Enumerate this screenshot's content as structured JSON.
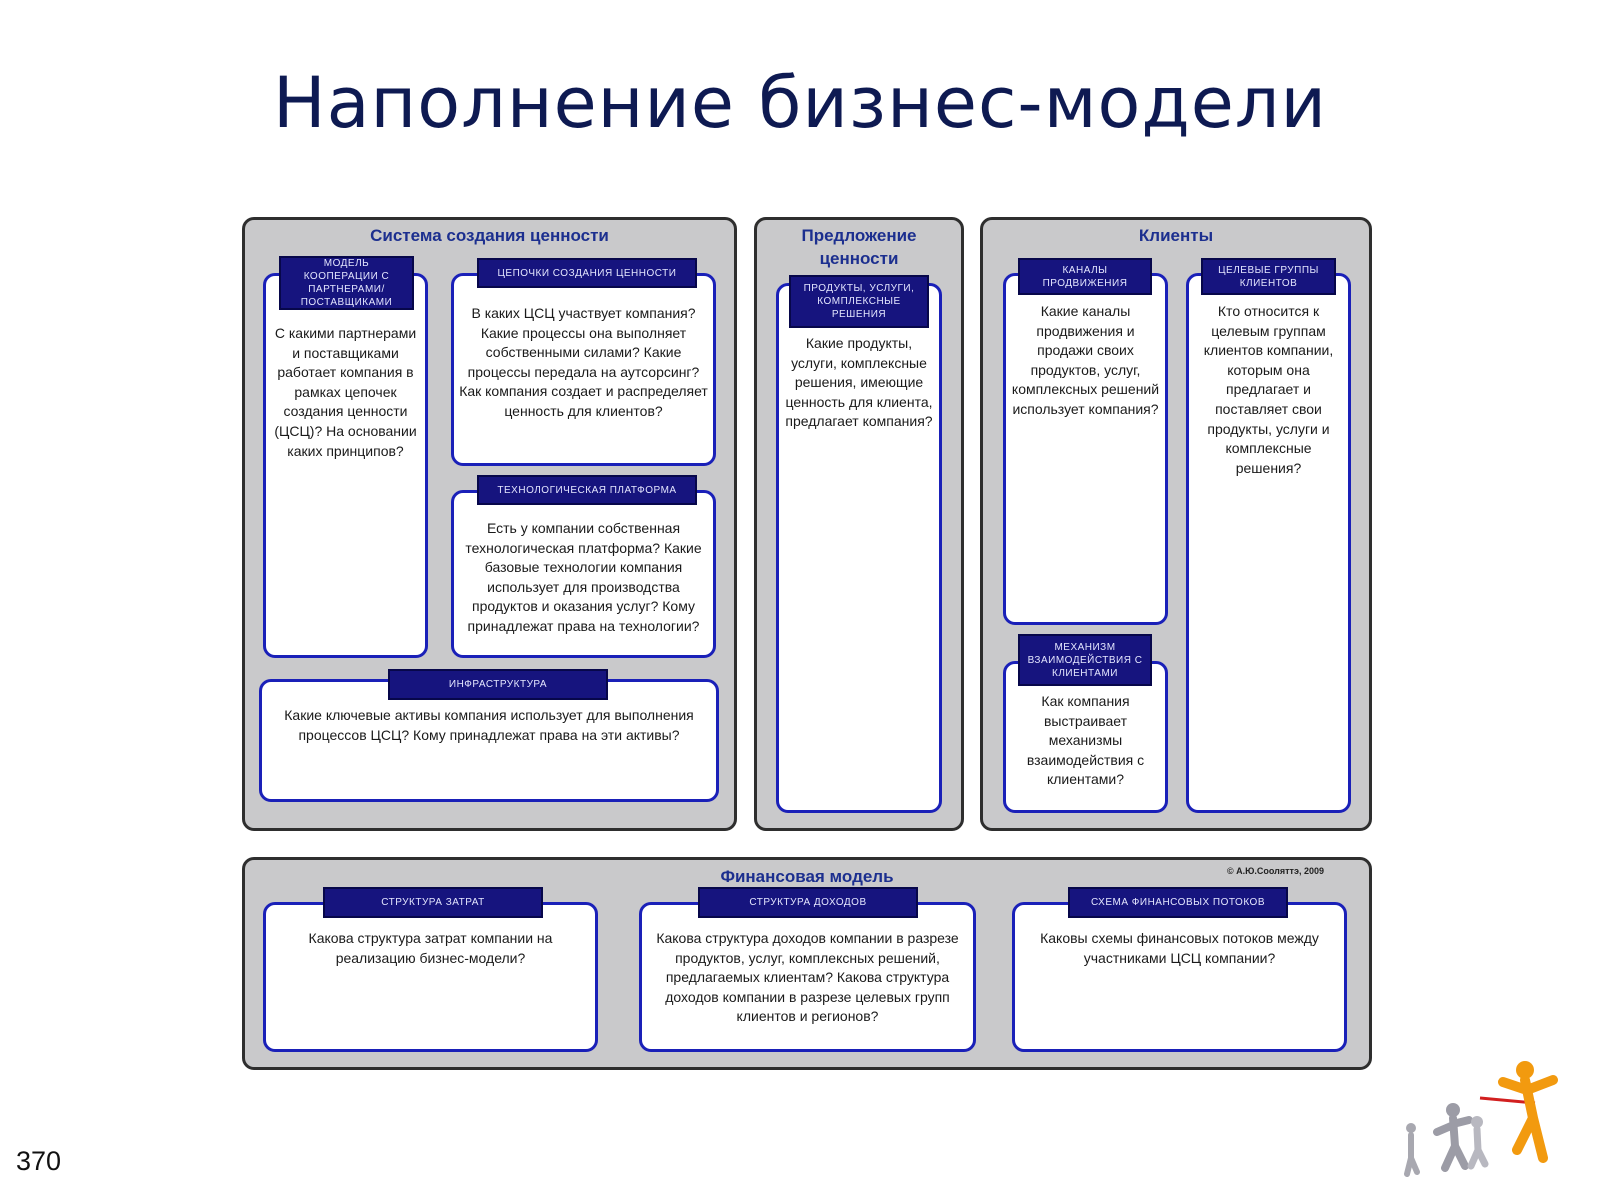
{
  "title": "Наполнение бизнес-модели",
  "page_number": "370",
  "colors": {
    "panel": "#c9c9cb",
    "box_border": "#1a20b8",
    "tag_fill": "#16147e",
    "panel_title": "#1c2f8f",
    "title": "#0e1a52"
  },
  "value_system": {
    "title": "Система создания ценности",
    "cooperation": {
      "tag": "Модель кооперации с партнерами/ поставщиками",
      "text": "С какими партнерами и поставщиками работает компания в рамках цепочек создания ценности (ЦСЦ)? На основании каких принципов?"
    },
    "chains": {
      "tag": "Цепочки создания ценности",
      "text": "В каких ЦСЦ участвует компания? Какие процессы она выполняет собственными силами? Какие процессы передала на аутсорсинг? Как компания создает и распределяет ценность для клиентов?"
    },
    "platform": {
      "tag": "Технологическая платформа",
      "text": "Есть у компании собственная технологическая платформа? Какие базовые технологии компания использует для производства продуктов и оказания услуг? Кому принадлежат права на технологии?"
    },
    "infrastructure": {
      "tag": "Инфраструктура",
      "text": "Какие ключевые активы компания использует для выполнения процессов ЦСЦ? Кому принадлежат права на эти активы?"
    }
  },
  "value_proposition": {
    "title": "Предложение ценности",
    "products": {
      "tag": "Продукты, услуги, комплексные решения",
      "text": "Какие продукты, услуги, комплексные решения, имеющие ценность для клиента, предлагает компания?"
    }
  },
  "clients": {
    "title": "Клиенты",
    "channels": {
      "tag": "Каналы продвижения",
      "text": "Какие каналы продвижения и продажи своих продуктов, услуг, комплексных решений использует компания?"
    },
    "segments": {
      "tag": "Целевые группы клиентов",
      "text": "Кто относится к целевым группам клиентов компании, которым она предлагает и поставляет свои продукты, услуги и комплексные решения?"
    },
    "interaction": {
      "tag": "Механизм взаимодействия с клиентами",
      "text": "Как компания выстраивает механизмы взаимодействия с клиентами?"
    }
  },
  "financial": {
    "title": "Финансовая модель",
    "copyright": "© А.Ю.Сооляттэ, 2009",
    "costs": {
      "tag": "Структура затрат",
      "text": "Какова структура затрат компании на реализацию бизнес-модели?"
    },
    "revenue": {
      "tag": "Структура доходов",
      "text": "Какова структура доходов компании в разрезе продуктов, услуг, комплексных решений, предлагаемых клиентам? Какова структура доходов компании в разрезе целевых групп клиентов и регионов?"
    },
    "flows": {
      "tag": "Схема финансовых потоков",
      "text": "Каковы схемы финансовых потоков между участниками ЦСЦ компании?"
    }
  }
}
